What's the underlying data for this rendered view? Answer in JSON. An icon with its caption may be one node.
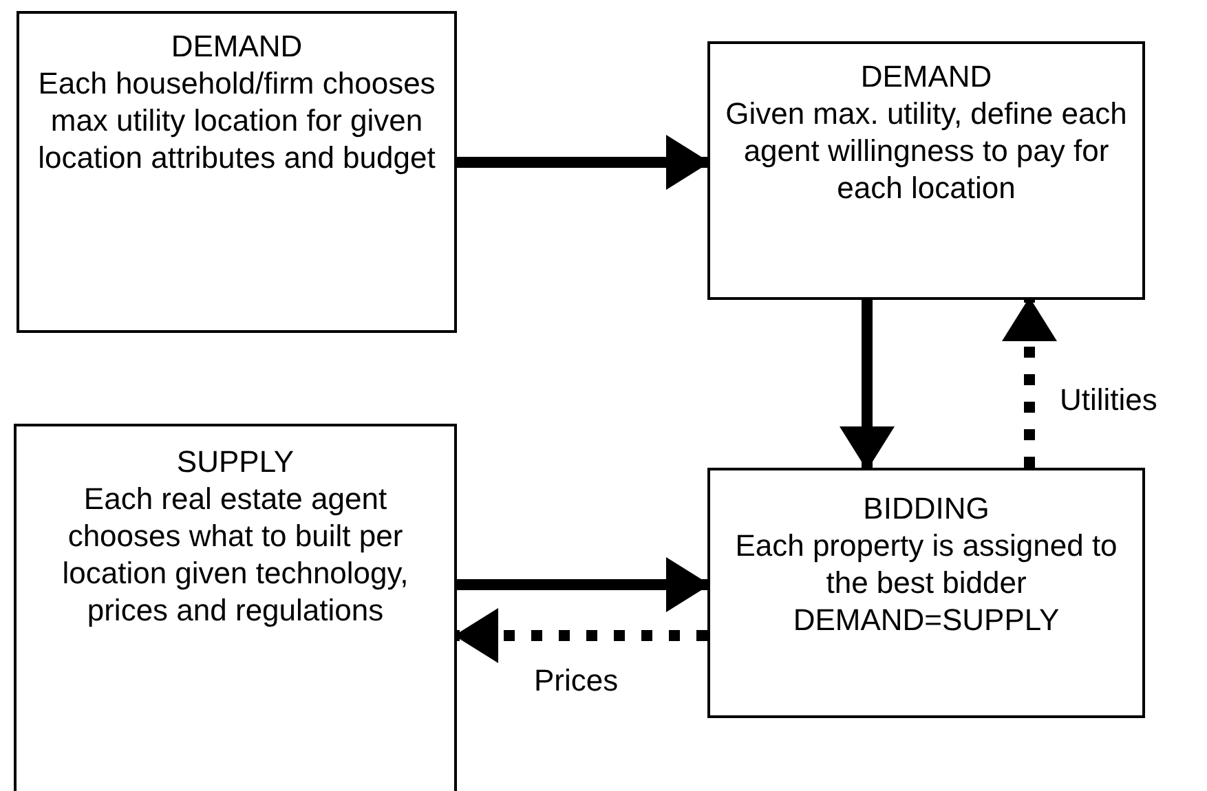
{
  "diagram": {
    "nodes": [
      {
        "text": [
          "DEMAND",
          "Each household/firm chooses max utility location for given location attributes and budget"
        ]
      },
      {
        "text": [
          "DEMAND",
          "Given max. utility, define each agent willingness to pay for each location"
        ]
      },
      {
        "text": [
          "SUPPLY",
          "Each real estate agent chooses what to built per location given technology, prices and regulations"
        ]
      },
      {
        "text": [
          "BIDDING",
          "Each property is assigned to the best bidder DEMAND=SUPPLY"
        ]
      }
    ],
    "edges": [
      {
        "from": 0,
        "to": 1,
        "arrow": "to"
      },
      {
        "from": 1,
        "to": 3,
        "arrow": "to"
      },
      {
        "from": 3,
        "to": 1,
        "arrow": "to",
        "label": "Utilities",
        "style": "dashed"
      },
      {
        "from": 2,
        "to": 3,
        "arrow": "to"
      },
      {
        "from": 3,
        "to": 2,
        "arrow": "to",
        "label": "Prices",
        "style": "dashed"
      }
    ]
  }
}
